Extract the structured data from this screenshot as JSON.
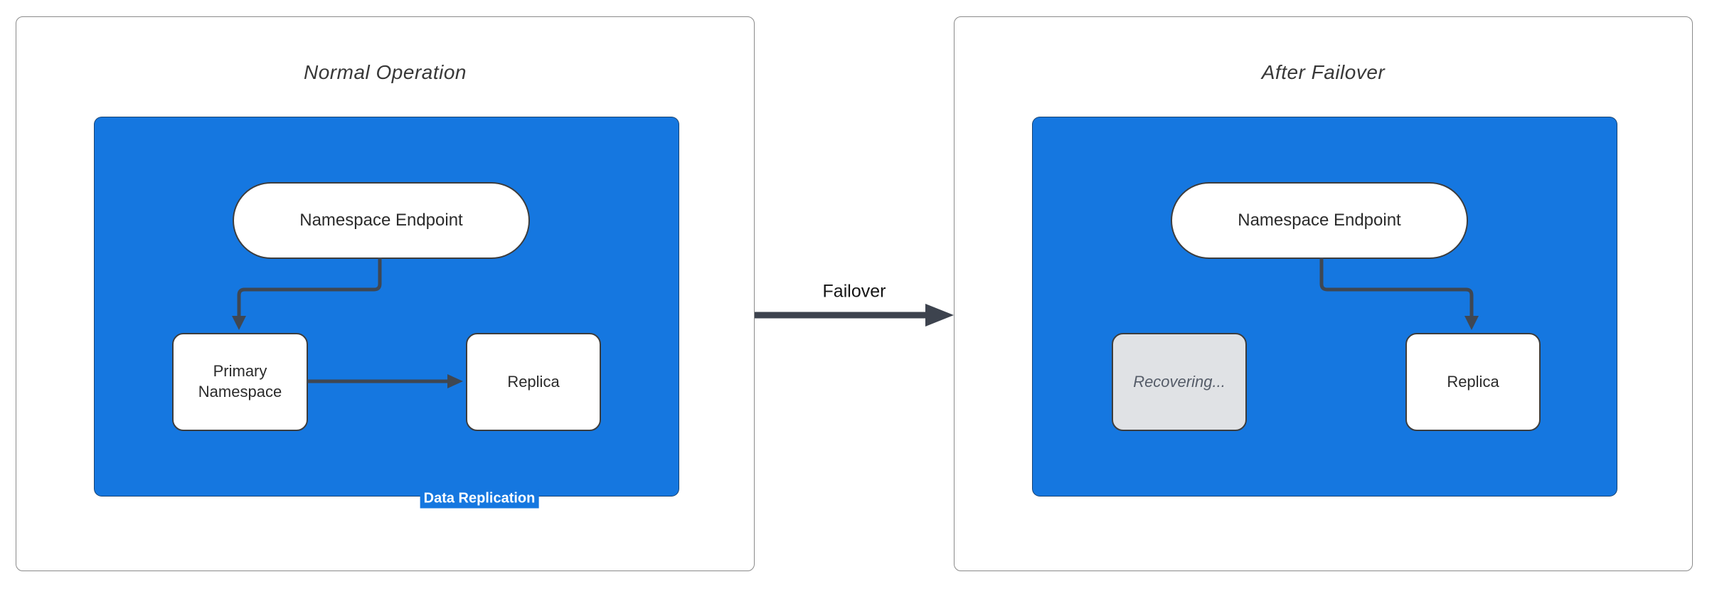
{
  "colors": {
    "cluster_fill": "#1577E0",
    "node_border": "#3D3D3D",
    "edge_stroke": "#3F4752",
    "panel_border": "#8A8A8A",
    "title_text": "#383838",
    "node_text": "#2B2B2B",
    "recovering_fill": "#E0E2E5",
    "recovering_text": "#555C68",
    "replication_label_text": "#FFFFFF"
  },
  "left_panel": {
    "title": "Normal Operation",
    "endpoint_label": "Namespace Endpoint",
    "primary_label": "Primary Namespace",
    "replica_label": "Replica",
    "replication_edge_label": "Data Replication"
  },
  "transition": {
    "label": "Failover"
  },
  "right_panel": {
    "title": "After Failover",
    "endpoint_label": "Namespace Endpoint",
    "recovering_label": "Recovering...",
    "replica_label": "Replica"
  }
}
